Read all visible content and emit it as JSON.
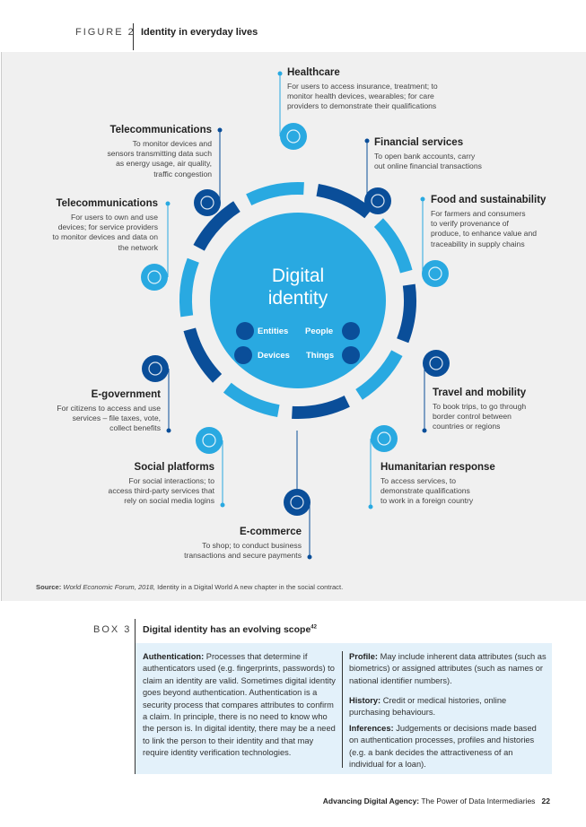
{
  "figure": {
    "label": "FIGURE 2",
    "title": "Identity in everyday lives"
  },
  "colors": {
    "light": "#29a9e1",
    "dark": "#0a4e99",
    "panel": "#f0f0f0",
    "box": "#e3f1fa"
  },
  "center": {
    "title_line1": "Digital",
    "title_line2": "identity",
    "items": [
      {
        "label": "Entities",
        "icon": "building-icon"
      },
      {
        "label": "People",
        "icon": "people-icon"
      },
      {
        "label": "Devices",
        "icon": "smartphone-icon"
      },
      {
        "label": "Things",
        "icon": "qr-code-icon"
      }
    ]
  },
  "uses": [
    {
      "title": "Healthcare",
      "desc": [
        "For users to access insurance, treatment; to",
        "monitor health devices, wearables; for care",
        "providers to demonstrate their qualifications"
      ],
      "icon": "ambulance-icon"
    },
    {
      "title": "Telecommunications",
      "desc": [
        "To monitor devices and",
        "sensors transmitting data such",
        "as energy usage, air quality,",
        "traffic congestion"
      ],
      "icon": "network-icon"
    },
    {
      "title": "Financial services",
      "desc": [
        "To open bank accounts, carry",
        "out online financial transactions"
      ],
      "icon": "finance-icon"
    },
    {
      "title": "Telecommunications",
      "desc": [
        "For users to own and use",
        "devices; for service providers",
        "to monitor devices and data on",
        "the network"
      ],
      "icon": "signal-icon"
    },
    {
      "title": "Food and sustainability",
      "desc": [
        "For farmers and consumers",
        "to verify provenance of",
        "produce, to enhance value and",
        "traceability in supply chains"
      ],
      "icon": "recycle-icon"
    },
    {
      "title": "E-government",
      "desc": [
        "For citizens to access and use",
        "services – file taxes, vote,",
        "collect benefits"
      ],
      "icon": "government-building-icon"
    },
    {
      "title": "Travel and mobility",
      "desc": [
        "To book trips, to go through",
        "border control between",
        "countries or regions"
      ],
      "icon": "beach-icon"
    },
    {
      "title": "Social platforms",
      "desc": [
        "For social interactions; to",
        "access third-party services that",
        "rely on social media logins"
      ],
      "icon": "social-icon"
    },
    {
      "title": "Humanitarian response",
      "desc": [
        "To access services, to",
        "demonstrate qualifications",
        "to work in a foreign country"
      ],
      "icon": "handshake-icon"
    },
    {
      "title": "E-commerce",
      "desc": [
        "To shop; to conduct business",
        "transactions and secure payments"
      ],
      "icon": "shopping-cart-icon"
    }
  ],
  "source": {
    "label": "Source:",
    "italic": "World Economic Forum, 2018,",
    "text": " Identity in a Digital World A new chapter in the social contract."
  },
  "box": {
    "label": "BOX 3",
    "title": "Digital identity has an evolving scope",
    "footnote": "42",
    "authentication": {
      "term": "Authentication:",
      "text": " Processes that determine if authenticators used (e.g. fingerprints, passwords) to claim an identity are valid. Sometimes digital identity goes beyond authentication. Authentication is a security process that compares attributes to confirm a claim. In principle, there is no need to know who the person is. In digital identity, there may be a need to link the person to their identity and that may require identity verification technologies."
    },
    "profile": {
      "term": "Profile:",
      "text": " May include inherent data attributes (such as biometrics) or assigned attributes (such as names or national identifier numbers)."
    },
    "history": {
      "term": "History:",
      "text": " Credit or medical histories, online purchasing behaviours."
    },
    "inferences": {
      "term": "Inferences:",
      "text": " Judgements or decisions made based on authentication processes, profiles and histories (e.g. a bank decides the attractiveness of an individual for a loan)."
    }
  },
  "footer": {
    "bold": "Advancing Digital Agency:",
    "text": " The Power of Data Intermediaries",
    "page": "22"
  }
}
